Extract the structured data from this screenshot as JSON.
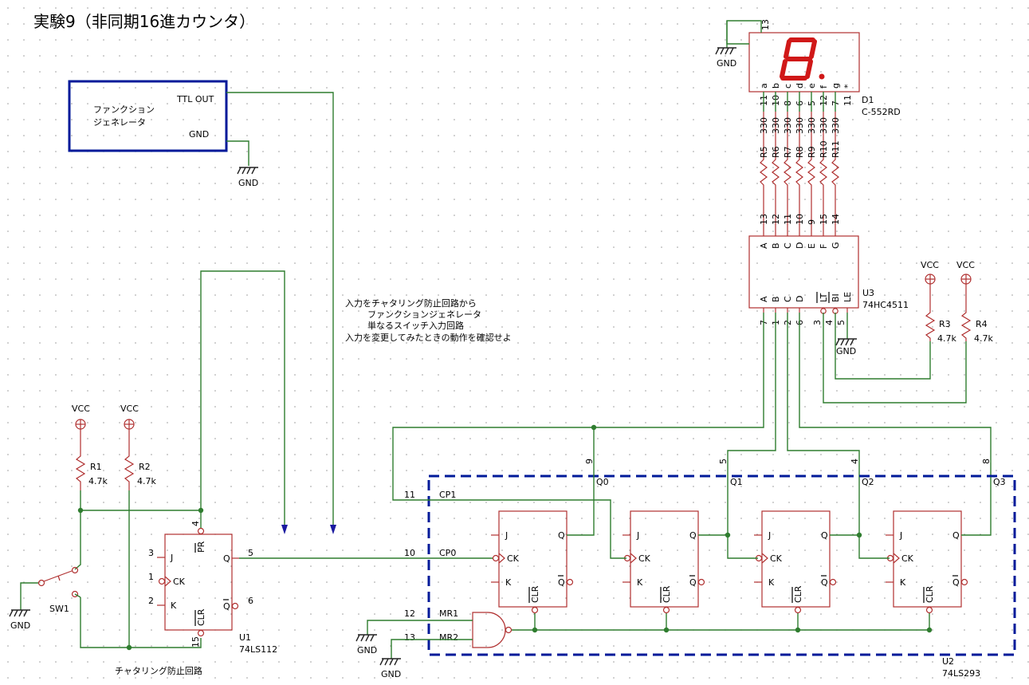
{
  "title": "実験9（非同期16進カウンタ）",
  "function_generator": {
    "line1": "ファンクション",
    "line2": "ジェネレータ",
    "ttl_out": "TTL OUT",
    "gnd": "GND"
  },
  "note": {
    "line1": "入力をチャタリング防止回路から",
    "line2": "ファンクションジェネレータ",
    "line3": "単なるスイッチ入力回路",
    "line4": "入力を変更してみたときの動作を確認せよ"
  },
  "power": {
    "vcc": "VCC",
    "gnd": "GND"
  },
  "d1": {
    "ref": "D1",
    "part": "C-552RD",
    "pin13": "13",
    "seg_letters": [
      "a",
      "b",
      "c",
      "d",
      "e",
      "f",
      "g",
      "*"
    ],
    "seg_pins": [
      "11",
      "10",
      "8",
      "6",
      "5",
      "12",
      "7",
      "11"
    ]
  },
  "resistors_top": [
    {
      "ref": "R5",
      "val": "330",
      "pin": "13"
    },
    {
      "ref": "R6",
      "val": "330",
      "pin": "12"
    },
    {
      "ref": "R7",
      "val": "330",
      "pin": "11"
    },
    {
      "ref": "R8",
      "val": "330",
      "pin": "10"
    },
    {
      "ref": "R9",
      "val": "330",
      "pin": "9"
    },
    {
      "ref": "R10",
      "val": "330",
      "pin": "15"
    },
    {
      "ref": "R11",
      "val": "330",
      "pin": "14"
    }
  ],
  "u3": {
    "ref": "U3",
    "part": "74HC4511",
    "out_letters": [
      "A",
      "B",
      "C",
      "D",
      "E",
      "F",
      "G"
    ],
    "in_letters": [
      "A",
      "B",
      "C",
      "D"
    ],
    "in_pins": [
      "7",
      "1",
      "2",
      "6"
    ],
    "ctrl_letters": [
      "LT",
      "BI",
      "LE"
    ],
    "ctrl_pins": [
      "3",
      "4",
      "5"
    ]
  },
  "r3": {
    "ref": "R3",
    "val": "4.7k"
  },
  "r4": {
    "ref": "R4",
    "val": "4.7k"
  },
  "r1": {
    "ref": "R1",
    "val": "4.7k"
  },
  "r2": {
    "ref": "R2",
    "val": "4.7k"
  },
  "sw1": {
    "ref": "SW1"
  },
  "u1": {
    "ref": "U1",
    "part": "74LS112",
    "caption": "チャタリング防止回路",
    "J": "J",
    "CK": "CK",
    "K": "K",
    "Q": "Q",
    "QB": "Q",
    "PR": "PR",
    "CLR": "CLR",
    "pinJ": "3",
    "pinCK": "1",
    "pinK": "2",
    "pinQ": "5",
    "pinQB": "6",
    "pinPR": "4",
    "pinCLR": "15"
  },
  "u2": {
    "ref": "U2",
    "part": "74LS293",
    "cp1": "CP1",
    "cp0": "CP0",
    "mr1": "MR1",
    "mr2": "MR2",
    "pin_cp1": "11",
    "pin_cp0": "10",
    "pin_mr1": "12",
    "pin_mr2": "13",
    "outs": [
      {
        "name": "Q0",
        "pin": "9"
      },
      {
        "name": "Q1",
        "pin": "5"
      },
      {
        "name": "Q2",
        "pin": "4"
      },
      {
        "name": "Q3",
        "pin": "8"
      }
    ],
    "ff": {
      "J": "J",
      "CK": "CK",
      "K": "K",
      "Q": "Q",
      "QB": "Q",
      "CLR": "CLR"
    }
  },
  "colors": {
    "wire": "#2f7d2f",
    "part": "#b03030",
    "box": "#001a99"
  }
}
